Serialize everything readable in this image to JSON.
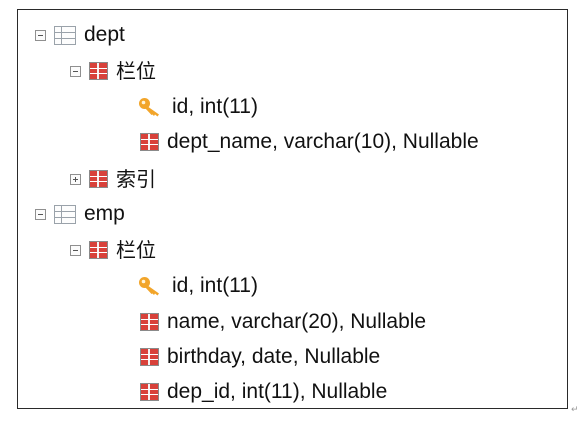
{
  "tree": {
    "nodes": [
      {
        "icon": "table-icon",
        "label": "dept",
        "toggle": "collapse"
      },
      {
        "icon": "column-group-icon",
        "label": "栏位",
        "toggle": "collapse"
      },
      {
        "icon": "key-icon",
        "label": "id, int(11)"
      },
      {
        "icon": "column-icon",
        "label": "dept_name, varchar(10), Nullable"
      },
      {
        "icon": "column-group-icon",
        "label": "索引",
        "toggle": "expand"
      },
      {
        "icon": "table-icon",
        "label": "emp",
        "toggle": "collapse"
      },
      {
        "icon": "column-group-icon",
        "label": "栏位",
        "toggle": "collapse"
      },
      {
        "icon": "key-icon",
        "label": "id, int(11)"
      },
      {
        "icon": "column-icon",
        "label": "name, varchar(20), Nullable"
      },
      {
        "icon": "column-icon",
        "label": "birthday, date, Nullable"
      },
      {
        "icon": "column-icon",
        "label": "dep_id, int(11), Nullable"
      }
    ]
  },
  "colors": {
    "border": "#2a2a2a",
    "column_icon_red": "#d8413a",
    "key_icon_orange": "#f2a52a"
  },
  "corner_mark": "↵"
}
